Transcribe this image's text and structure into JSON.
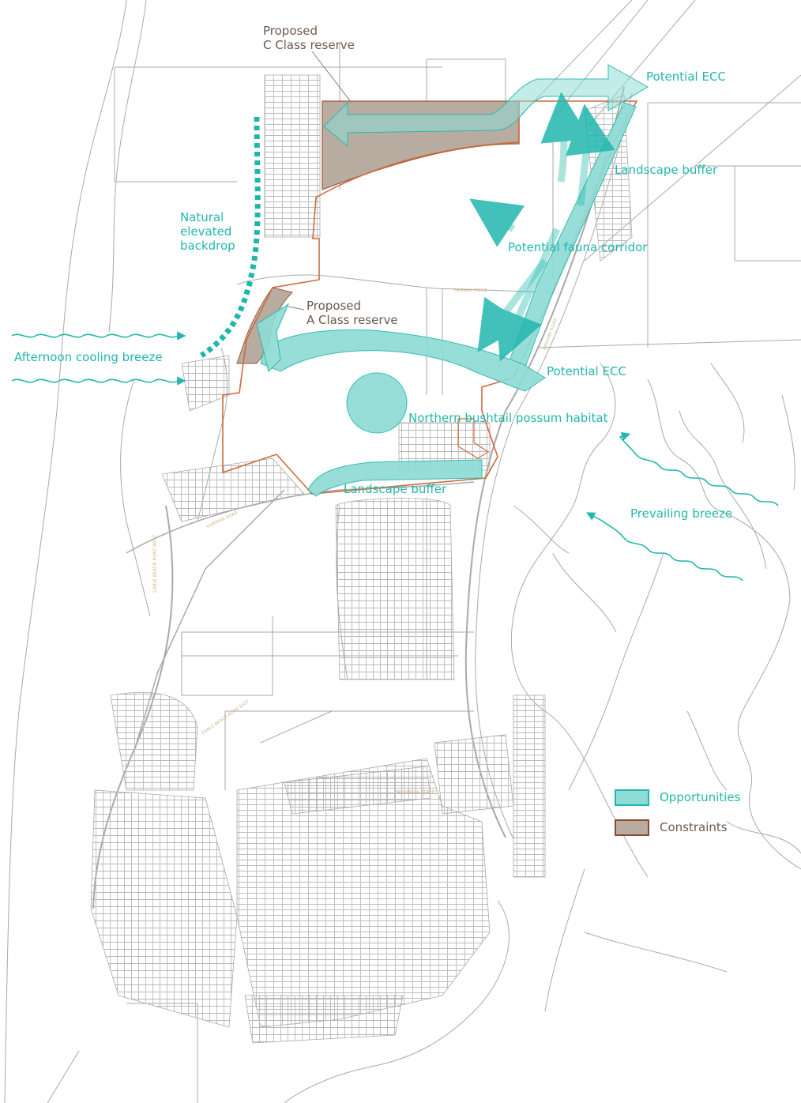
{
  "labels": {
    "c_class_line1": "Proposed",
    "c_class_line2": "C Class reserve",
    "ecc_top": "Potential ECC",
    "landscape_buffer_east": "Landscape buffer",
    "natural_line1": "Natural",
    "natural_line2": "elevated",
    "natural_line3": "backdrop",
    "fauna_corridor": "Potential fauna corridor",
    "a_class_line1": "Proposed",
    "a_class_line2": "A Class reserve",
    "cooling_breeze": "Afternoon cooling breeze",
    "ecc_mid": "Potential ECC",
    "possum_habitat": "Northern bushtail possum habitat",
    "landscape_buffer_south": "Landscape buffer",
    "prevailing_breeze": "Prevailing breeze"
  },
  "roads": {
    "fairway_drive": "FAIRWAY DRIVE",
    "broome_road": "BROOME ROAD",
    "gubinge_road": "GUBINGE ROAD",
    "cable_beach_west": "CABLE BEACH ROAD WEST",
    "cable_beach_east": "CABLE BEACH ROAD EAST",
    "frederick_street": "FREDERICK STREET"
  },
  "legend": {
    "opportunities": "Opportunities",
    "constraints": "Constraints"
  },
  "colors": {
    "opportunity_fill": "#8fdcd5",
    "opportunity_stroke": "#21b7ad",
    "opportunity_text": "#21b7ad",
    "constraint_fill": "#b8aca1",
    "constraint_stroke": "#9b5a3c",
    "constraint_text": "#6d5a4e",
    "boundary": "#cf6a3d",
    "base_lines": "#a9a9a9"
  },
  "icons": {
    "arrow": "arrow-icon",
    "breeze": "wavy-arrow-icon"
  }
}
